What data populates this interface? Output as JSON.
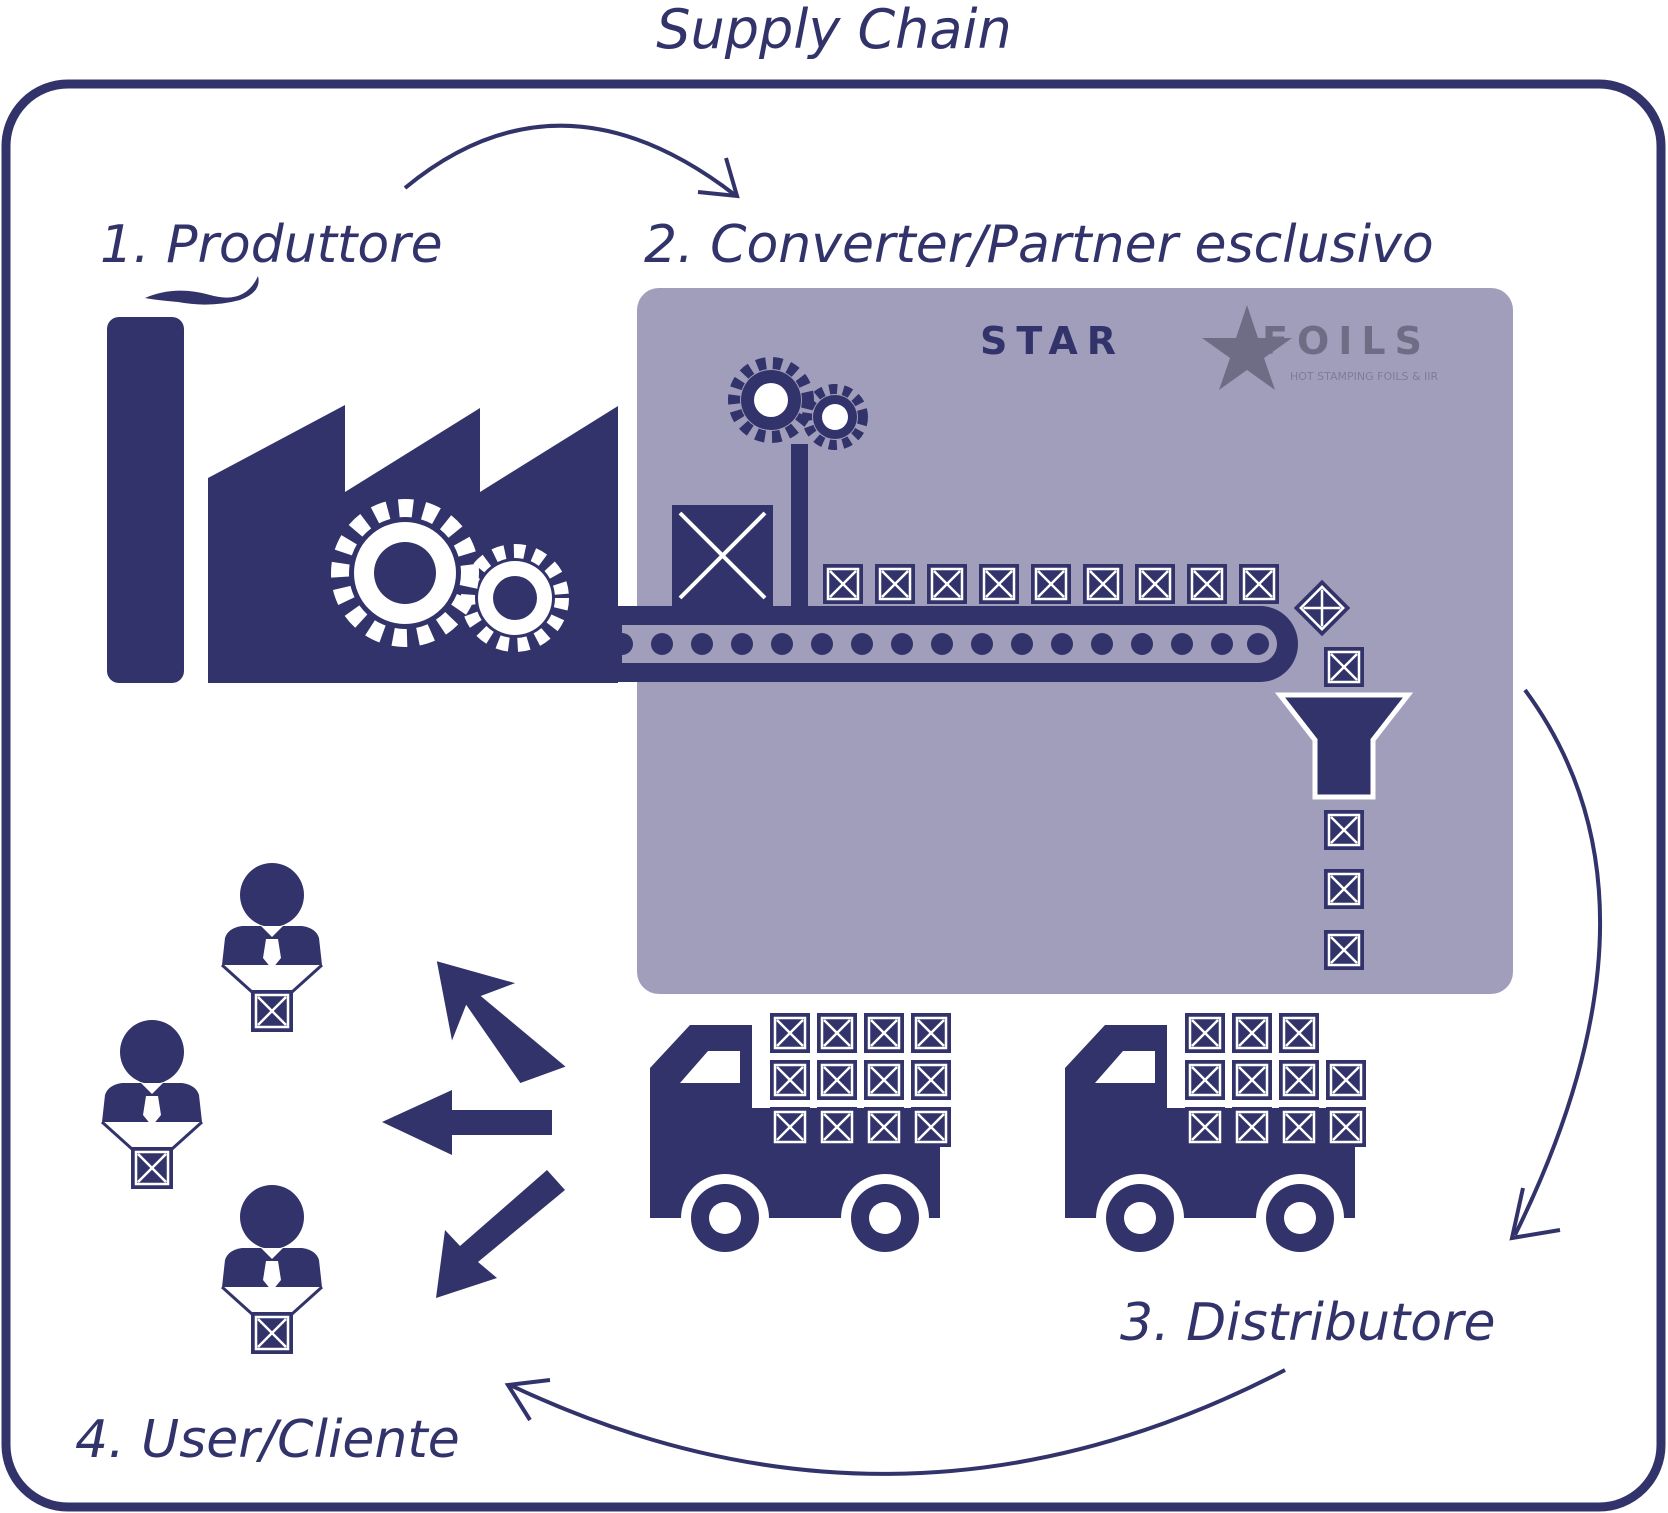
{
  "title": "Supply Chain",
  "steps": {
    "producer": "1. Produttore",
    "converter": "2. Converter/Partner esclusivo",
    "distributor": "3. Distributore",
    "user": "4. User/Cliente"
  },
  "logo": {
    "word1": "STAR",
    "word2": "FOILS",
    "tagline": "HOT STAMPING FOILS & IIR"
  },
  "colors": {
    "primary": "#32336a",
    "panel": "#a19ebb",
    "background": "#ffffff"
  },
  "icons": [
    "factory-icon",
    "gear-icon",
    "conveyor-belt-icon",
    "crate-icon",
    "funnel-icon",
    "truck-icon",
    "user-icon",
    "arrow-icon"
  ]
}
